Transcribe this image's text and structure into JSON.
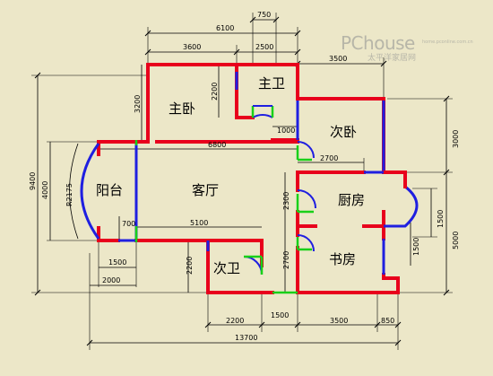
{
  "watermark": {
    "brand": "PChouse",
    "sub": "太平洋家居网",
    "domain": "home.pconline.com.cn"
  },
  "rooms": {
    "master_bedroom": "主卧",
    "master_bath": "主卫",
    "second_bedroom": "次卧",
    "balcony": "阳台",
    "living_room": "客厅",
    "kitchen": "厨房",
    "second_bath": "次卫",
    "study": "书房"
  },
  "dimensions": {
    "top_750": "750",
    "top_6100": "6100",
    "top_3600": "3600",
    "top_2500": "2500",
    "top_3500": "3500",
    "left_9400": "9400",
    "left_3200": "3200",
    "left_4000": "4000",
    "left_r2175": "R2175",
    "mb_2200": "2200",
    "bath_1000": "1000",
    "lr_6800": "6800",
    "sb_2700": "2700",
    "right_3000": "3000",
    "right_5000": "5000",
    "right_1500a": "1500",
    "right_1500b": "1500",
    "mid_2300": "2300",
    "mid_2700": "2700",
    "lr_5100": "5100",
    "bal_700": "700",
    "bal_1500": "1500",
    "bot_2000": "2000",
    "sb2_2200v": "2200",
    "bot_2200": "2200",
    "bot_1500": "1500",
    "bot_3500": "3500",
    "bot_850": "850",
    "total_13700": "13700"
  }
}
